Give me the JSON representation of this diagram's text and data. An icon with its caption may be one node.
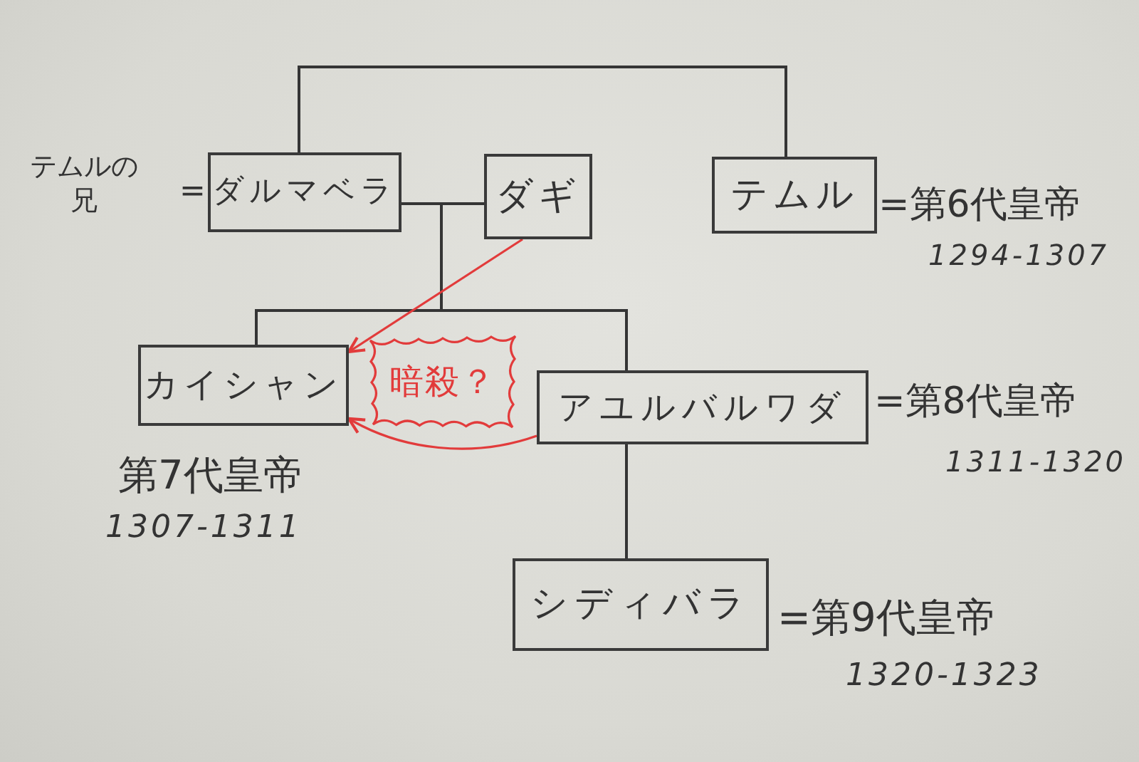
{
  "diagram": {
    "nodes": [
      {
        "text": [
          "ダルマベラ"
        ],
        "beside": [
          "テムルの兄",
          "="
        ]
      },
      {
        "text": [
          "ダギ"
        ]
      },
      {
        "text": [
          "テムル"
        ],
        "beside": [
          "=第6代皇帝",
          "1294-1307"
        ]
      },
      {
        "text": [
          "カイシャン"
        ],
        "beside": [
          "第7代皇帝",
          "1307-1311"
        ]
      },
      {
        "text": [
          "暗殺？"
        ]
      },
      {
        "text": [
          "アユルバルワダ"
        ],
        "beside": [
          "=第8代皇帝",
          "1311-1320"
        ]
      },
      {
        "text": [
          "シディバラ"
        ],
        "beside": [
          "=第9代皇帝",
          "1320-1323"
        ]
      }
    ],
    "edges": [
      {
        "from": 0,
        "to": 2,
        "arrow": "none"
      },
      {
        "from": 0,
        "to": 1,
        "arrow": "none"
      },
      {
        "from": 0,
        "to": 3,
        "arrow": "none"
      },
      {
        "from": 0,
        "to": 5,
        "arrow": "none"
      },
      {
        "from": 1,
        "to": 3,
        "arrow": "none"
      },
      {
        "from": 1,
        "to": 5,
        "arrow": "none"
      },
      {
        "from": 5,
        "to": 6,
        "arrow": "none"
      },
      {
        "from": 1,
        "to": 3,
        "arrow": "to",
        "color": "#e23b3b"
      },
      {
        "from": 5,
        "to": 3,
        "arrow": "to",
        "color": "#e23b3b"
      }
    ]
  }
}
